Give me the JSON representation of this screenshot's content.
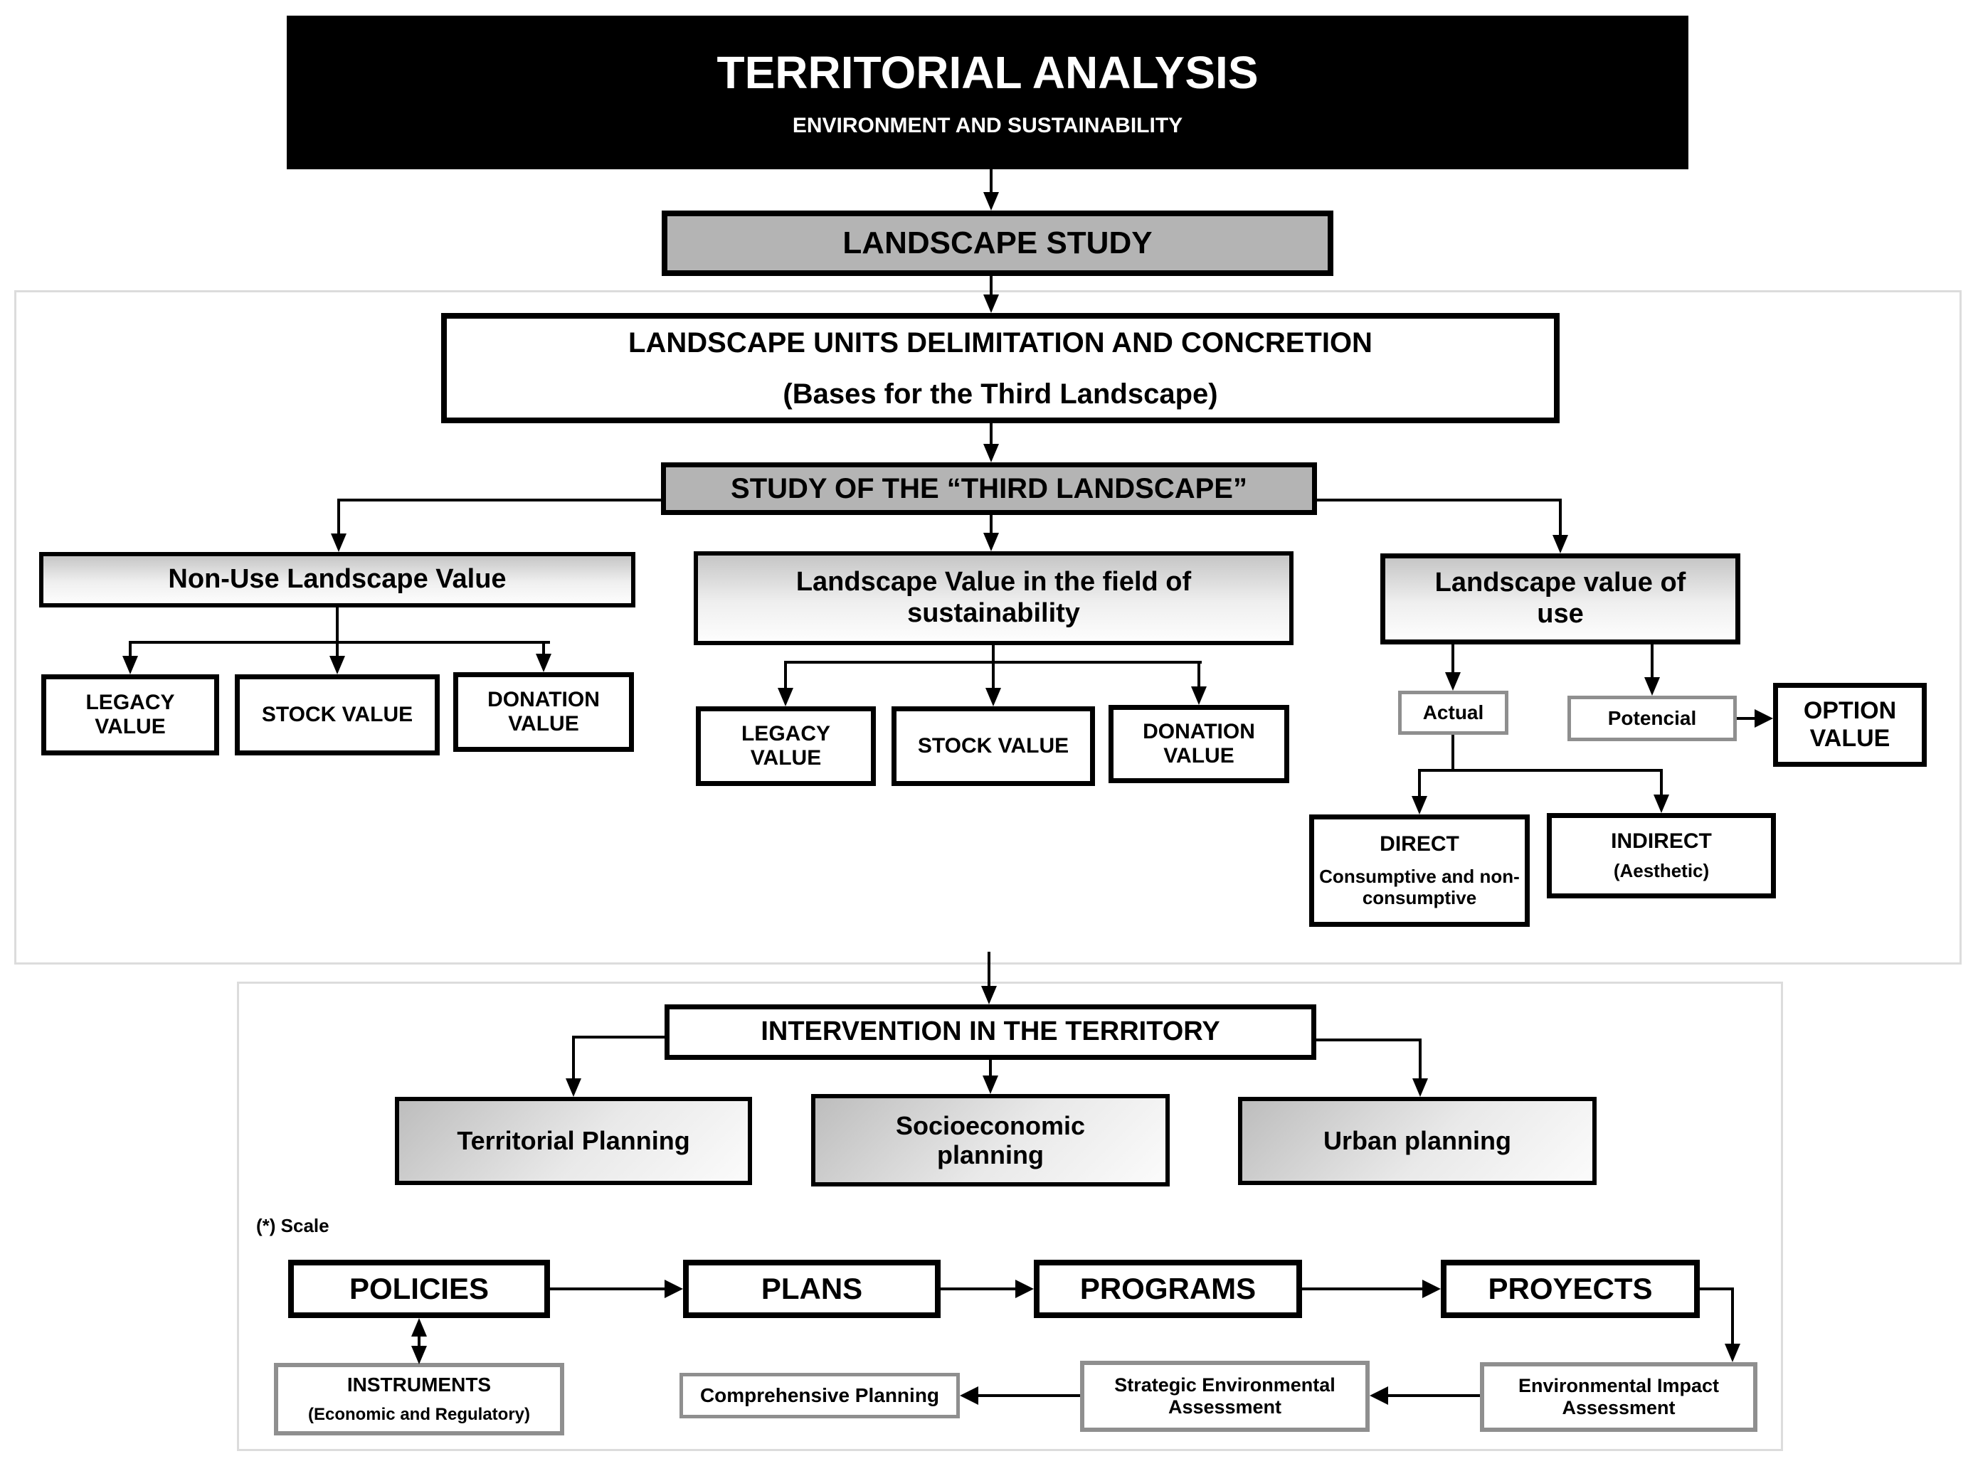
{
  "header": {
    "title": "TERRITORIAL ANALYSIS",
    "subtitle": "ENVIRONMENT AND SUSTAINABILITY"
  },
  "top_flow": {
    "landscape_study": "LANDSCAPE STUDY",
    "units_title": "LANDSCAPE UNITS DELIMITATION AND CONCRETION",
    "units_subtitle": "(Bases for the Third Landscape)",
    "third_landscape": "STUDY OF THE “THIRD LANDSCAPE”"
  },
  "branches": {
    "non_use": {
      "title": "Non-Use Landscape Value",
      "children": [
        "LEGACY VALUE",
        "STOCK VALUE",
        "DONATION VALUE"
      ]
    },
    "sustainability": {
      "title": "Landscape Value in the field of sustainability",
      "children": [
        "LEGACY VALUE",
        "STOCK VALUE",
        "DONATION VALUE"
      ]
    },
    "use": {
      "title": "Landscape value of use",
      "actual": "Actual",
      "potencial": "Potencial",
      "option": "OPTION VALUE",
      "direct_title": "DIRECT",
      "direct_sub": "Consumptive and non-consumptive",
      "indirect_title": "INDIRECT",
      "indirect_sub": "(Aesthetic)"
    }
  },
  "intervention": {
    "title": "INTERVENTION IN THE TERRITORY",
    "planning": [
      "Territorial Planning",
      "Socioeconomic planning",
      "Urban planning"
    ],
    "scale_note": "(*) Scale",
    "sequence": [
      "POLICIES",
      "PLANS",
      "PROGRAMS",
      "PROYECTS"
    ],
    "instruments_title": "INSTRUMENTS",
    "instruments_sub": "(Economic and Regulatory)",
    "comprehensive": "Comprehensive Planning",
    "sea": "Strategic Environmental Assessment",
    "eia": "Environmental Impact Assessment"
  },
  "colors": {
    "black": "#000000",
    "box_gray": "#b4b4b4",
    "border_gray": "#8f8f8f",
    "section_border": "#dcdcdc"
  }
}
